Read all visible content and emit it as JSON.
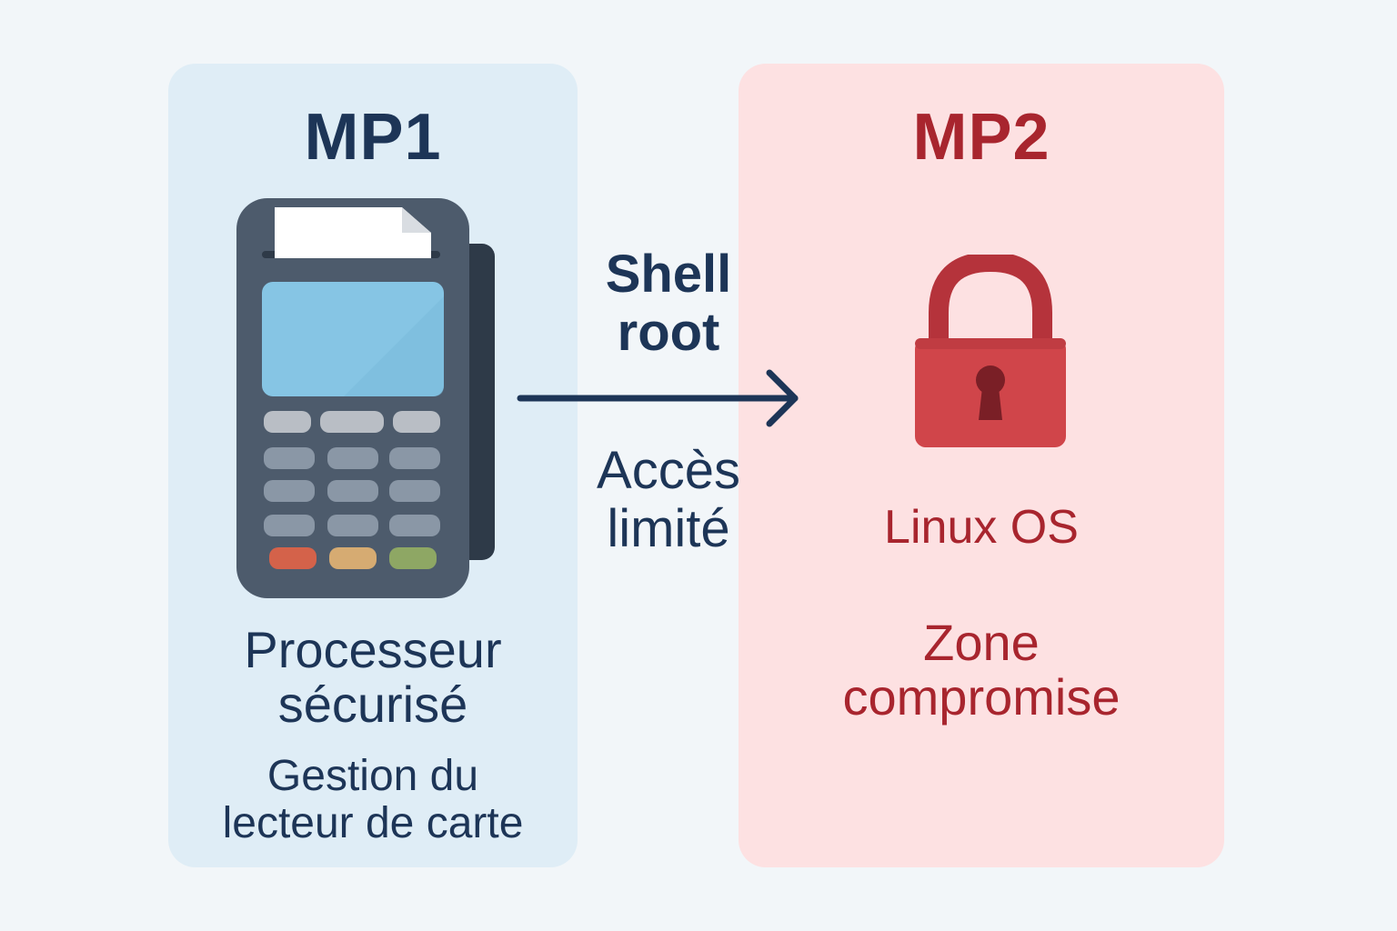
{
  "mp1": {
    "title": "MP1",
    "subtitle_line1": "Processeur",
    "subtitle_line2": "sécurisé",
    "desc_line1": "Gestion du",
    "desc_line2": "lecteur de carte",
    "icon": "payment-terminal-icon"
  },
  "mp2": {
    "title": "MP2",
    "os_label": "Linux OS",
    "zone_line1": "Zone",
    "zone_line2": "compromise",
    "icon": "padlock-icon"
  },
  "connector": {
    "top_line1": "Shell",
    "top_line2": "root",
    "bottom_line1": "Accès",
    "bottom_line2": "limité",
    "icon": "arrow-right-icon"
  },
  "colors": {
    "background": "#f2f6f9",
    "mp1_panel": "#dfedf6",
    "mp2_panel": "#fde1e2",
    "navy": "#1d3557",
    "red": "#a8252e",
    "lock_red": "#d0454a"
  }
}
